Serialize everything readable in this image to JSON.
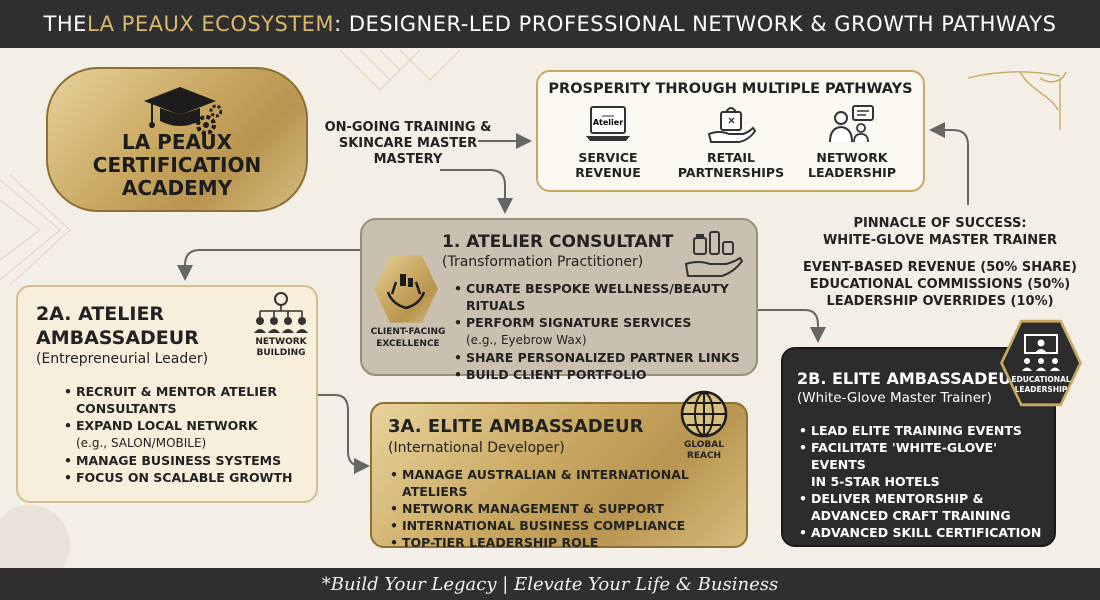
{
  "title": {
    "prefix": "THE ",
    "accent": "LA PEAUX ECOSYSTEM",
    "rest": ": DESIGNER-LED PROFESSIONAL NETWORK & GROWTH PATHWAYS"
  },
  "academy": {
    "line1": "LA PEAUX",
    "line2": "CERTIFICATION",
    "line3": "ACADEMY"
  },
  "training_label": {
    "line1": "ON-GOING TRAINING &",
    "line2": "SKINCARE MASTER",
    "line3": "MASTERY"
  },
  "prosperity": {
    "heading": "PROSPERITY THROUGH MULTIPLE PATHWAYS",
    "items": [
      {
        "line1": "SERVICE",
        "line2": "REVENUE",
        "icon": "atelier-laptop-icon",
        "icon_text": "Atelier"
      },
      {
        "line1": "RETAIL",
        "line2": "PARTNERSHIPS",
        "icon": "shopping-bag-hand-icon"
      },
      {
        "line1": "NETWORK",
        "line2": "LEADERSHIP",
        "icon": "network-people-icon"
      }
    ]
  },
  "pinnacle": {
    "line1": "PINNACLE OF SUCCESS:",
    "line2": "WHITE-GLOVE MASTER TRAINER",
    "rev1": "EVENT-BASED REVENUE (50% SHARE)",
    "rev2": "EDUCATIONAL COMMISSIONS (50%)",
    "rev3": "LEADERSHIP OVERRIDES (10%)"
  },
  "atelier_consultant": {
    "title": "1. ATELIER CONSULTANT",
    "subtitle": "(Transformation Practitioner)",
    "badge_line1": "CLIENT-FACING",
    "badge_line2": "EXCELLENCE",
    "bullets": [
      "CURATE BESPOKE WELLNESS/BEAUTY RITUALS",
      "PERFORM SIGNATURE SERVICES",
      "SHARE PERSONALIZED PARTNER LINKS",
      "BUILD CLIENT PORTFOLIO"
    ],
    "bullet2_note": "(e.g., Eyebrow Wax)"
  },
  "ambassadeur_2a": {
    "title_line1": "2A. ATELIER",
    "title_line2": "AMBASSADEUR",
    "subtitle": "(Entrepreneurial Leader)",
    "badge_line1": "NETWORK",
    "badge_line2": "BUILDING",
    "bullets": [
      {
        "l1": "RECRUIT & MENTOR ATELIER",
        "l2": "CONSULTANTS"
      },
      {
        "l1": "EXPAND LOCAL NETWORK",
        "l2": "(e.g., SALON/MOBILE)"
      },
      {
        "l1": "MANAGE BUSINESS SYSTEMS",
        "l2": ""
      },
      {
        "l1": "FOCUS ON SCALABLE GROWTH",
        "l2": ""
      }
    ]
  },
  "ambassadeur_3a": {
    "title": "3A. ELITE AMBASSADEUR",
    "subtitle": "(International Developer)",
    "badge_line1": "GLOBAL",
    "badge_line2": "REACH",
    "bullets": [
      "MANAGE AUSTRALIAN & INTERNATIONAL ATELIERS",
      "NETWORK MANAGEMENT & SUPPORT",
      "INTERNATIONAL BUSINESS COMPLIANCE",
      "TOP-TIER LEADERSHIP ROLE"
    ]
  },
  "ambassadeur_2b": {
    "title": "2B. ELITE AMBASSADEUR",
    "subtitle": "(White-Glove Master Trainer)",
    "badge_line1": "EDUCATIONAL",
    "badge_line2": "LEADERSHIP",
    "bullets": [
      {
        "l1": "LEAD ELITE TRAINING EVENTS",
        "l2": ""
      },
      {
        "l1": "FACILITATE 'WHITE-GLOVE' EVENTS",
        "l2": "IN 5-STAR HOTELS"
      },
      {
        "l1": "DELIVER MENTORSHIP &",
        "l2": "ADVANCED CRAFT TRAINING"
      },
      {
        "l1": "ADVANCED SKILL CERTIFICATION",
        "l2": ""
      }
    ]
  },
  "footer": "*Build Your Legacy | Elevate Your Life & Business",
  "colors": {
    "gold": "#c9a862",
    "dark": "#2f2f2f",
    "taupe": "#c9c0b0",
    "cream": "#f7efdc",
    "background": "#f3efe6"
  }
}
